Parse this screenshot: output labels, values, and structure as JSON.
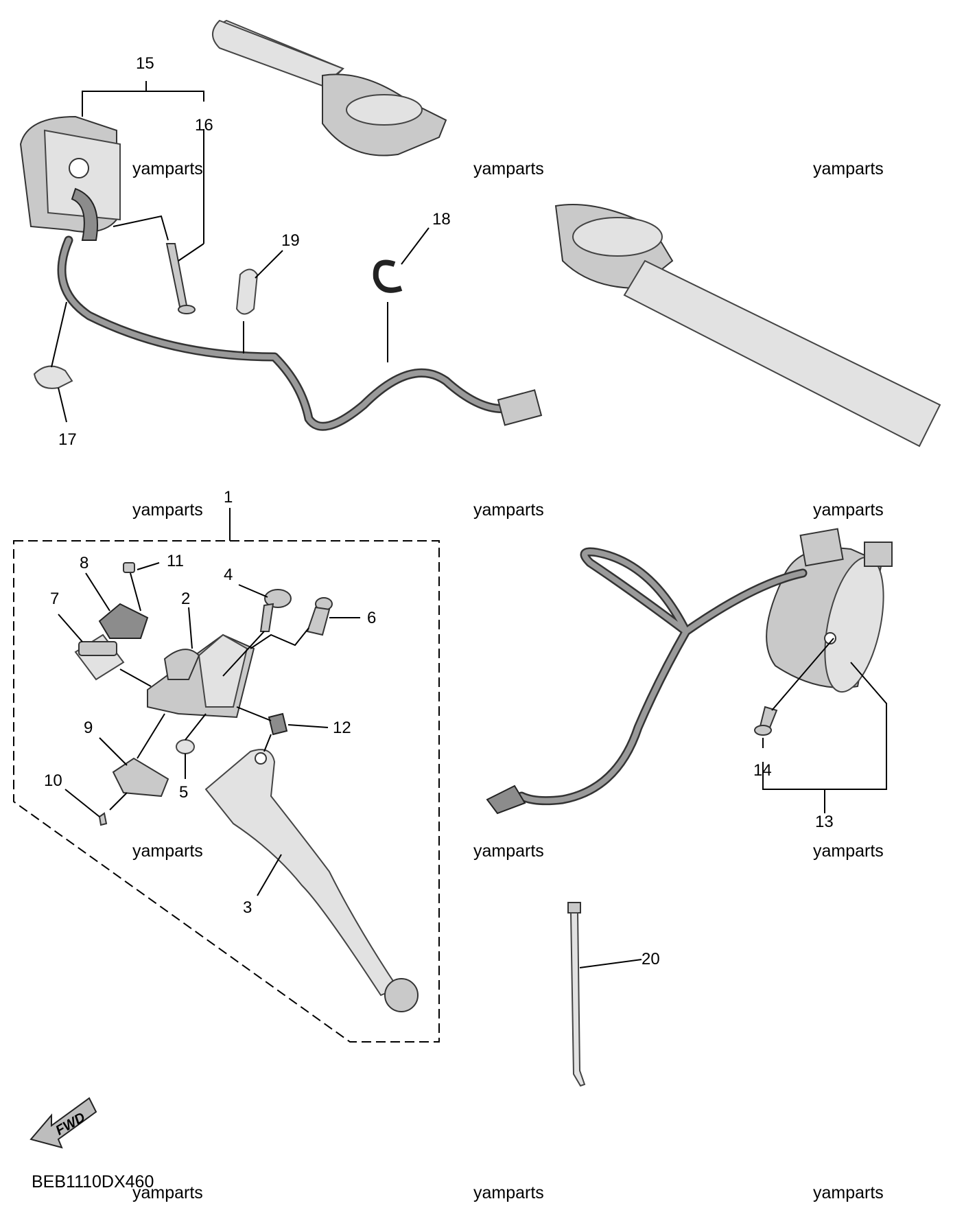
{
  "diagram": {
    "code": "BEB1110DX460",
    "fwd_label": "FWD",
    "watermark": "yamparts",
    "callouts": [
      "1",
      "2",
      "3",
      "4",
      "5",
      "6",
      "7",
      "8",
      "9",
      "10",
      "11",
      "12",
      "13",
      "14",
      "15",
      "16",
      "17",
      "18",
      "19",
      "20"
    ]
  }
}
